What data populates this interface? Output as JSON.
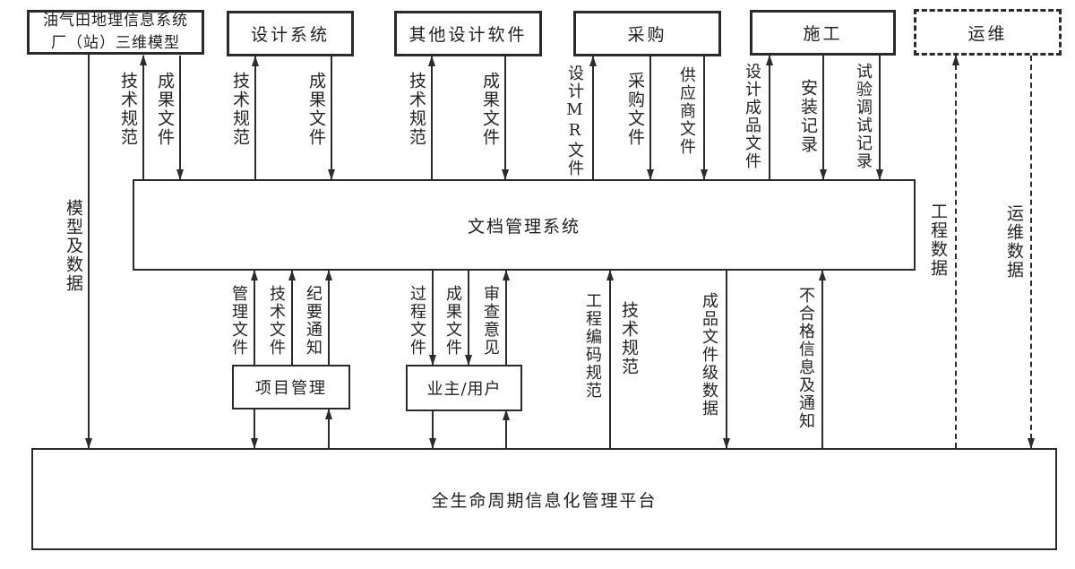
{
  "boxes": {
    "gis_model": "油气田地理信息系统厂（站）三维模型",
    "design_system": "设计系统",
    "other_design_software": "其他设计软件",
    "procurement": "采购",
    "construction": "施工",
    "operation": "运维",
    "dms": "文档管理系统",
    "project_mgmt": "项目管理",
    "owner_user": "业主/用户",
    "platform": "全生命周期信息化管理平台"
  },
  "edge_labels": {
    "model_data": "模型及数据",
    "tech_spec_gis": "技术规范",
    "result_file_gis": "成果文件",
    "tech_spec_design": "技术规范",
    "result_file_design": "成果文件",
    "tech_spec_other": "技术规范",
    "result_file_other": "成果文件",
    "design_mr_file": "设计MR文件",
    "procurement_file": "采购文件",
    "supplier_file": "供应商文件",
    "design_product_file": "设计成品文件",
    "install_record": "安装记录",
    "test_debug_record": "试验调试记录",
    "engineering_data": "工程数据",
    "operation_data": "运维数据",
    "mgmt_file": "管理文件",
    "tech_file": "技术文件",
    "minutes_notice": "纪要通知",
    "process_file": "过程文件",
    "result_file_owner": "成果文件",
    "review_opinion": "审查意见",
    "eng_code_spec": "工程编码规范",
    "tech_spec_platform": "技术规范",
    "product_file_data": "成品文件级数据",
    "nonconforming_info": "不合格信息及通知"
  }
}
